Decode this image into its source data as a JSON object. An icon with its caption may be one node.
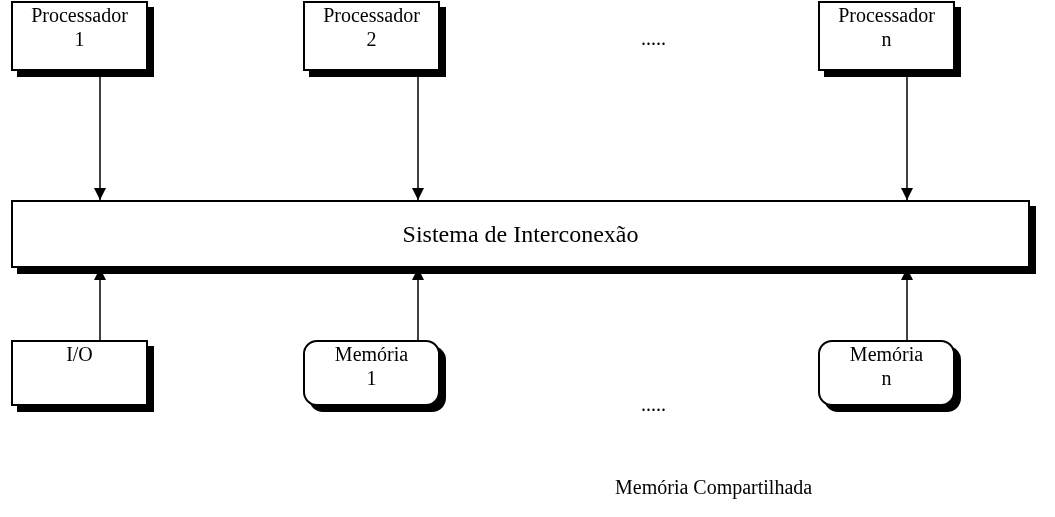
{
  "diagram": {
    "nodes": [
      {
        "text": [
          "Processador 1"
        ]
      },
      {
        "text": [
          "Processador 2"
        ]
      },
      {
        "text": [
          "Processador n"
        ]
      },
      {
        "text": [
          "Sistema de Interconexão"
        ]
      },
      {
        "text": [
          "I/O"
        ]
      },
      {
        "text": [
          "Memória 1"
        ]
      },
      {
        "text": [
          "Memória n"
        ]
      }
    ],
    "edges": [
      {
        "from": 0,
        "to": 3,
        "arrow": "to"
      },
      {
        "from": 1,
        "to": 3,
        "arrow": "to"
      },
      {
        "from": 2,
        "to": 3,
        "arrow": "to"
      },
      {
        "from": 4,
        "to": 3,
        "arrow": "to"
      },
      {
        "from": 5,
        "to": 3,
        "arrow": "to"
      },
      {
        "from": 6,
        "to": 3,
        "arrow": "to"
      }
    ],
    "labels": [
      ".....",
      ".....",
      "Memória Compartilhada"
    ]
  }
}
